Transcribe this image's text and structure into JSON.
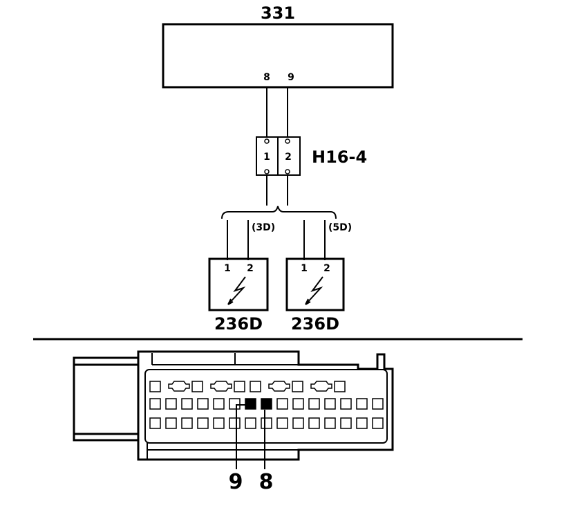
{
  "module": {
    "label": "331",
    "pin_a": "8",
    "pin_b": "9"
  },
  "connector": {
    "label": "H16-4",
    "pin_a": "1",
    "pin_b": "2"
  },
  "branches": [
    {
      "variant": "(3D)",
      "pin_a": "1",
      "pin_b": "2",
      "label": "236D"
    },
    {
      "variant": "(5D)",
      "pin_a": "1",
      "pin_b": "2",
      "label": "236D"
    }
  ],
  "harness_connector": {
    "callout_left": "9",
    "callout_right": "8"
  },
  "colors": {
    "ink": "#000000",
    "paper": "#ffffff"
  }
}
